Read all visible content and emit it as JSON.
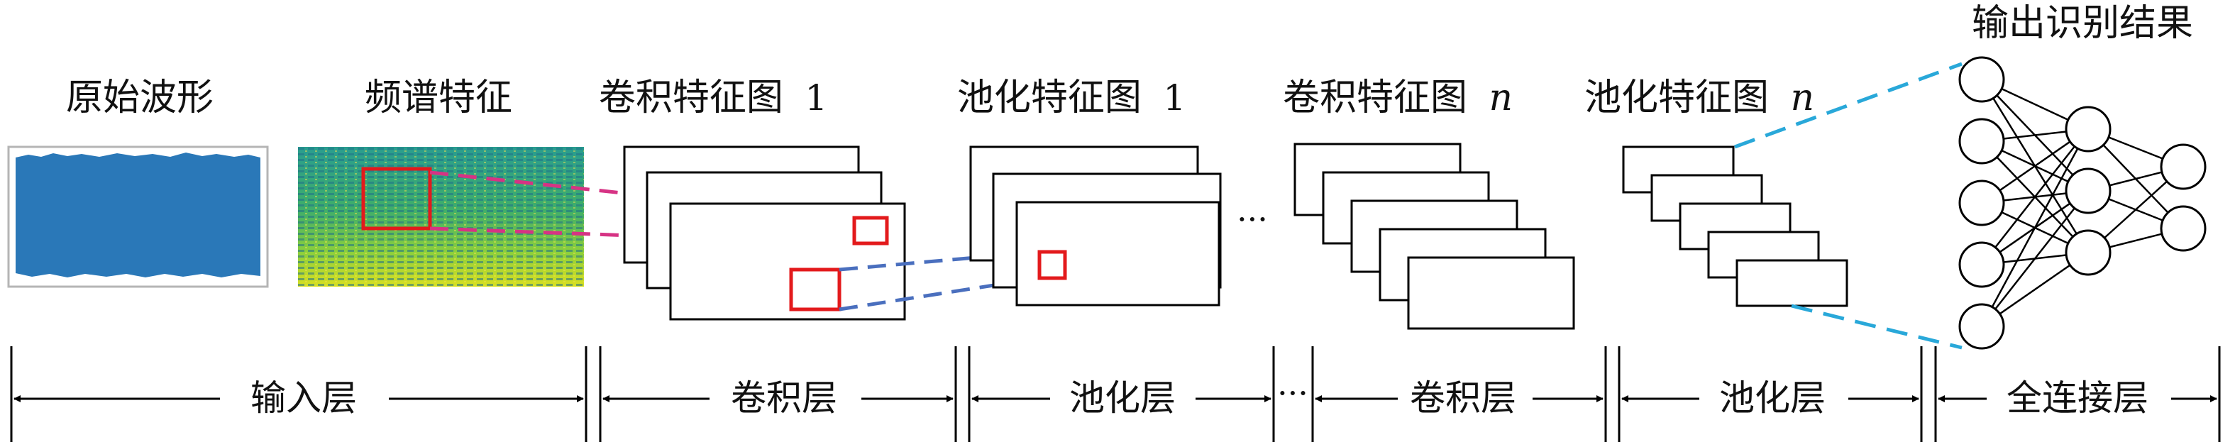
{
  "labels": {
    "waveform": "原始波形",
    "spectrum": "频谱特征",
    "conv1_text": "卷积特征图",
    "conv1_idx": "1",
    "pool1_text": "池化特征图",
    "pool1_idx": "1",
    "convn_text": "卷积特征图",
    "convn_idx": "n",
    "pooln_text": "池化特征图",
    "pooln_idx": "n",
    "output": "输出识别结果",
    "mid_ellipsis": "···"
  },
  "stages": {
    "input": "输入层",
    "conv": "卷积层",
    "pool": "池化层",
    "conv2": "卷积层",
    "pool2": "池化层",
    "fc": "全连接层",
    "ellipsis": "···"
  },
  "network": {
    "layers": [
      5,
      3,
      2
    ]
  },
  "colors": {
    "waveform": "#2a78b8",
    "highlight_box": "#e31a1c",
    "link_magenta": "#d63384",
    "link_blue": "#4a6fbe",
    "link_cyan": "#29a8d9"
  }
}
